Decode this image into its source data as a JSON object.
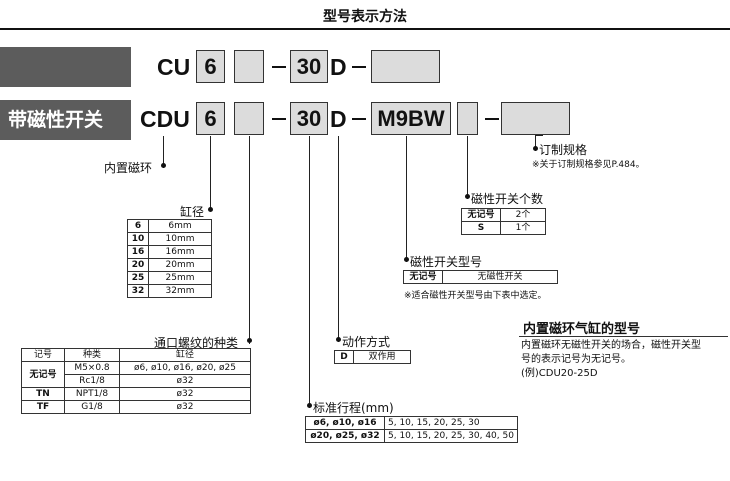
{
  "title": "型号表示方法",
  "row1": {
    "prefix": "CU",
    "bore": "6",
    "stroke": "30",
    "suffix": "D"
  },
  "row2": {
    "band_label": "带磁性开关",
    "prefix": "CDU",
    "bore": "6",
    "stroke": "30",
    "suffix": "D",
    "switch": "M9BW"
  },
  "labels": {
    "built_in_magnet": "内置磁环",
    "bore": "缸径",
    "thread": "通口螺纹的种类",
    "action": "动作方式",
    "stroke": "标准行程(mm)",
    "switch_type": "磁性开关型号",
    "switch_count": "磁性开关个数",
    "custom": "订制规格"
  },
  "notes": {
    "custom_note": "※关于订制规格参见P.484。",
    "switch_note": "※适合磁性开关型号由下表中选定。"
  },
  "bore_table": [
    {
      "code": "6",
      "value": "6mm"
    },
    {
      "code": "10",
      "value": "10mm"
    },
    {
      "code": "16",
      "value": "16mm"
    },
    {
      "code": "20",
      "value": "20mm"
    },
    {
      "code": "25",
      "value": "25mm"
    },
    {
      "code": "32",
      "value": "32mm"
    }
  ],
  "thread_table": {
    "headers": [
      "记号",
      "种类",
      "缸径"
    ],
    "rows": [
      {
        "code": "无记号",
        "type": "M5×0.8",
        "bore": "ø6, ø10, ø16, ø20, ø25"
      },
      {
        "code": "",
        "type": "Rc1/8",
        "bore": "ø32"
      },
      {
        "code": "TN",
        "type": "NPT1/8",
        "bore": "ø32"
      },
      {
        "code": "TF",
        "type": "G1/8",
        "bore": "ø32"
      }
    ]
  },
  "action_table": {
    "code": "D",
    "value": "双作用"
  },
  "stroke_table": [
    {
      "bore": "ø6, ø10, ø16",
      "strokes": "5, 10, 15, 20, 25, 30"
    },
    {
      "bore": "ø20, ø25, ø32",
      "strokes": "5, 10, 15, 20, 25, 30, 40, 50"
    }
  ],
  "switch_type_table": {
    "code": "无记号",
    "value": "无磁性开关"
  },
  "switch_count_table": [
    {
      "code": "无记号",
      "value": "2个"
    },
    {
      "code": "S",
      "value": "1个"
    }
  ],
  "callout": {
    "title": "内置磁环气缸的型号",
    "line1": "内置磁环无磁性开关的场合，磁性开关型",
    "line2": "号的表示记号为无记号。",
    "line3": "(例)CDU20-25D"
  }
}
